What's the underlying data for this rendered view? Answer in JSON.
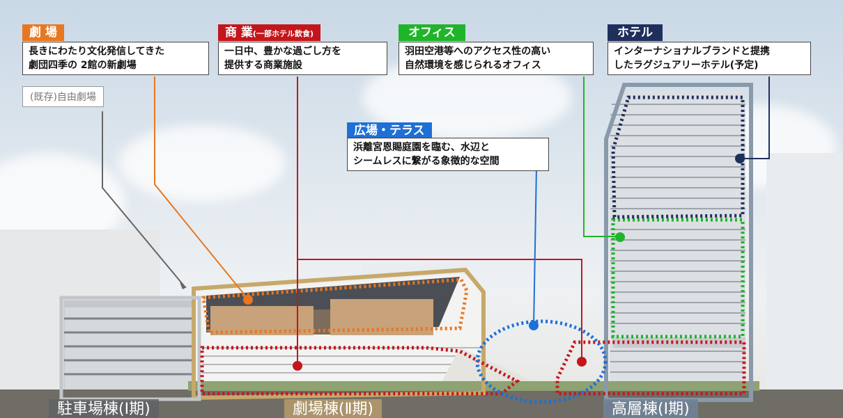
{
  "callouts": {
    "theater": {
      "tag": "劇 場",
      "line1": "長きにわたり文化発信してきた",
      "line2": "劇団四季の 2館の新劇場",
      "color": "#e87722"
    },
    "commercial": {
      "tag": "商 業",
      "tag_sub": "(一部ホテル飲食)",
      "line1": "一日中、豊かな過ごし方を",
      "line2": "提供する商業施設",
      "color": "#c3161c"
    },
    "office": {
      "tag": "オフィス",
      "line1": "羽田空港等へのアクセス性の高い",
      "line2": "自然環境を感じられるオフィス",
      "color": "#1fb42a"
    },
    "hotel": {
      "tag": "ホテル",
      "line1": "インターナショナルブランドと提携",
      "line2": "したラグジュアリーホテル(予定)",
      "color": "#1f2f5c"
    },
    "plaza": {
      "tag": "広場・テラス",
      "line1": "浜離宮恩賜庭園を臨む、水辺と",
      "line2": "シームレスに繋がる象徴的な空間",
      "color": "#1e6fd6"
    },
    "existing": {
      "label": "(既存)自由劇場"
    }
  },
  "buildings": {
    "parking": "駐車場棟(Ⅰ期)",
    "theater": "劇場棟(Ⅱ期)",
    "tower": "高層棟(Ⅰ期)"
  },
  "colors": {
    "theater": "#e87722",
    "commercial": "#c3161c",
    "office": "#1fb42a",
    "hotel": "#1f2f5c",
    "plaza": "#1e6fd6"
  }
}
